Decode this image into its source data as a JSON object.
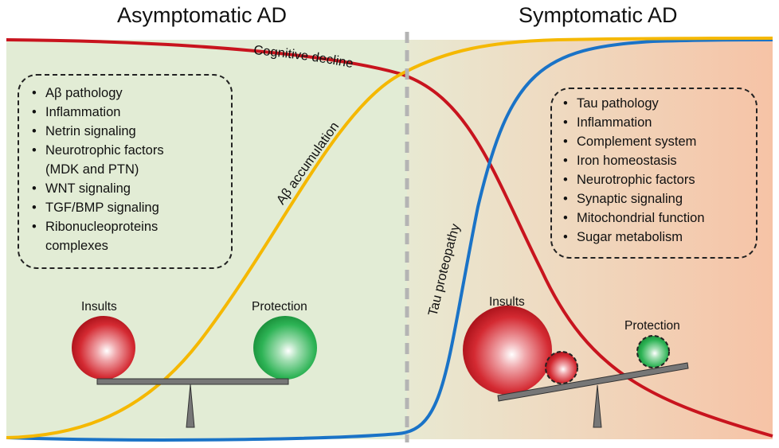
{
  "titles": {
    "left": "Asymptomatic AD",
    "right": "Symptomatic AD"
  },
  "curve_labels": {
    "cognitive_decline": "Cognitive decline",
    "abeta_accumulation": "Aβ accumulation",
    "tau_proteopathy": "Tau proteopathy"
  },
  "left_box": [
    "Aβ pathology",
    "Inflammation",
    "Netrin signaling",
    "Neurotrophic factors",
    "(MDK and PTN)",
    "WNT signaling",
    "TGF/BMP signaling",
    "Ribonucleoproteins",
    "complexes"
  ],
  "right_box": [
    "Tau pathology",
    "Inflammation",
    "Complement system",
    "Iron homeostasis",
    "Neurotrophic factors",
    "Synaptic signaling",
    "Mitochondrial function",
    "Sugar metabolism"
  ],
  "balance": {
    "left_insults": "Insults",
    "left_protection": "Protection",
    "right_insults": "Insults",
    "right_protection": "Protection"
  },
  "colors": {
    "left_bg": "#e2ecd5",
    "right_bg_start": "#e9e6cf",
    "right_bg_end": "#f5c4a8",
    "cognitive_decline": "#c8141e",
    "abeta": "#f5b800",
    "tau": "#1a73c7",
    "divider": "#b4b4b4",
    "insult_ball": "#c8141e",
    "protection_ball": "#1e9e44",
    "beam": "#777777"
  }
}
